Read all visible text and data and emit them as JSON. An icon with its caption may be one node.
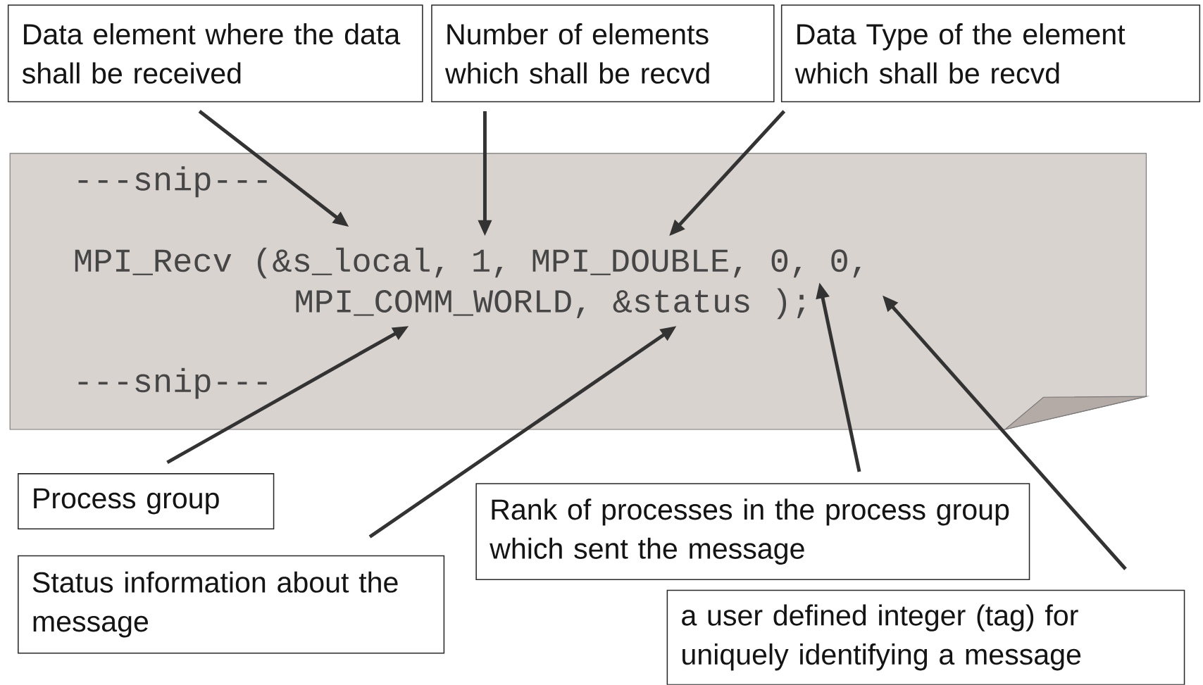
{
  "diagram": {
    "nodes": [
      {
        "text": [
          "Data element where the data shall be received"
        ]
      },
      {
        "text": [
          "Number of elements which shall be recvd"
        ]
      },
      {
        "text": [
          "Data Type of the element which shall be recvd"
        ]
      },
      {
        "text": [
          "---snip---",
          "MPI_Recv (&s_local, 1, MPI_DOUBLE, 0, 0,",
          "MPI_COMM_WORLD, &status );",
          "---snip---"
        ]
      },
      {
        "text": [
          "Process group"
        ]
      },
      {
        "text": [
          "Status information about the message"
        ]
      },
      {
        "text": [
          "Rank of processes in the process group which sent the message"
        ]
      },
      {
        "text": [
          "a user defined integer (tag) for uniquely identifying a message"
        ]
      }
    ],
    "edges": [
      {
        "from": 0,
        "to": 3,
        "arrow": "to"
      },
      {
        "from": 1,
        "to": 3,
        "arrow": "to"
      },
      {
        "from": 2,
        "to": 3,
        "arrow": "to"
      },
      {
        "from": 4,
        "to": 3,
        "arrow": "to"
      },
      {
        "from": 5,
        "to": 3,
        "arrow": "to"
      },
      {
        "from": 6,
        "to": 3,
        "arrow": "to"
      },
      {
        "from": 7,
        "to": 3,
        "arrow": "to"
      }
    ]
  }
}
